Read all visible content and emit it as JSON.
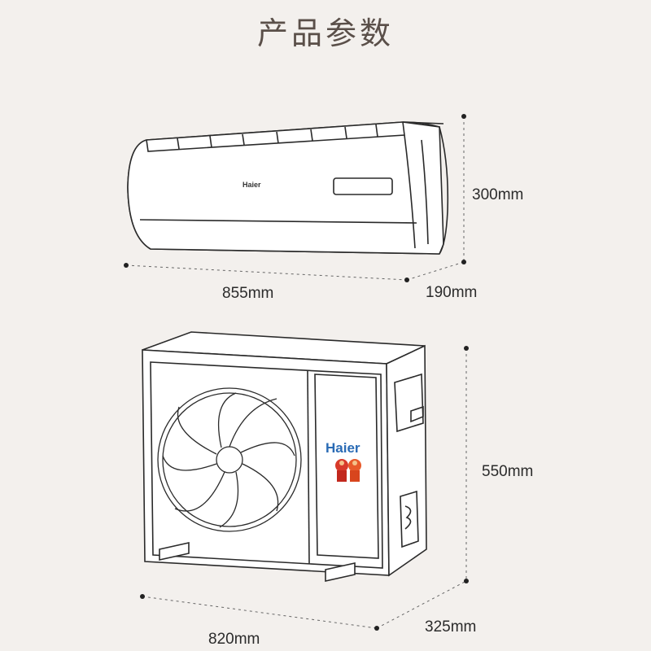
{
  "title": "产品参数",
  "indoor_unit": {
    "brand": "Haier",
    "height": "300mm",
    "width": "855mm",
    "depth": "190mm"
  },
  "outdoor_unit": {
    "brand": "Haier",
    "height": "550mm",
    "width": "820mm",
    "depth": "325mm"
  }
}
